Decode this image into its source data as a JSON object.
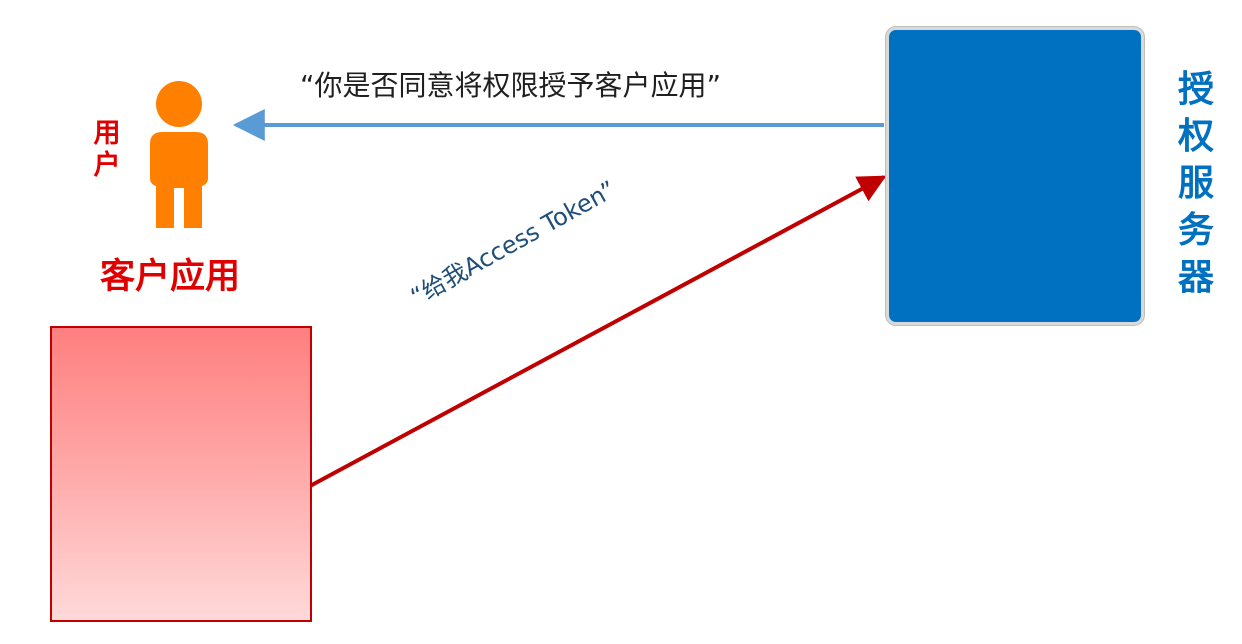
{
  "client": {
    "title": "客户应用",
    "user_label": "用户"
  },
  "server": {
    "title": "授权服务器"
  },
  "messages": {
    "consent_question": "“你是否同意将权限授予客户应用”",
    "token_request": "“给我Access Token”"
  },
  "colors": {
    "user_icon": "#ff7f00",
    "client_text": "#e00000",
    "client_box_top": "#ff7f7f",
    "client_box_bottom": "#ffd9d9",
    "client_box_border": "#c00000",
    "server_box": "#0070c0",
    "server_text": "#0070c0",
    "consent_arrow": "#5b9bd5",
    "token_arrow": "#c00000",
    "consent_text": "#1f1f1f",
    "token_text": "#1f4e79"
  },
  "icons": {
    "user": "person-icon"
  }
}
